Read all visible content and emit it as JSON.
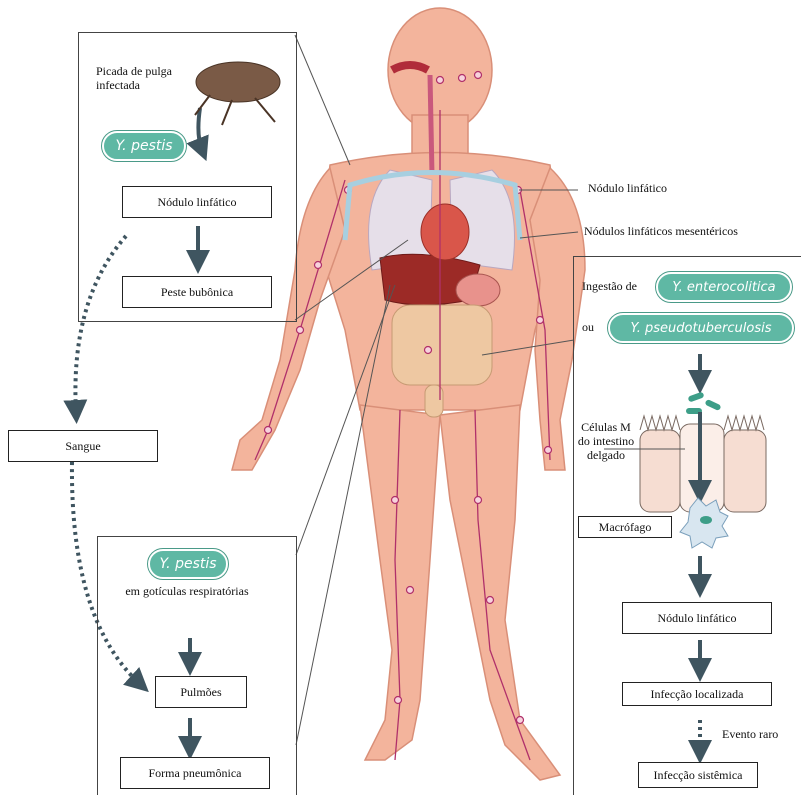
{
  "flea_panel": {
    "caption": "Picada de pulga infectada",
    "pill": "Y. pestis",
    "node_box": "Nódulo linfático",
    "result_box": "Peste bubônica"
  },
  "blood_box": "Sangue",
  "droplet_panel": {
    "pill": "Y. pestis",
    "caption": "em gotículas respiratórias",
    "lungs_box": "Pulmões",
    "result_box": "Forma pneumônica"
  },
  "body_labels": {
    "lymph_node": "Nódulo linfático",
    "mesenteric": "Nódulos linfáticos mesentéricos"
  },
  "ingestion_panel": {
    "ingestion_prefix": "Ingestão de",
    "pill_1": "Y. enterocolitica",
    "or_label": "ou",
    "pill_2": "Y. pseudotuberculosis",
    "m_cells_label": "Células M do intestino delgado",
    "macrophage_box": "Macrófago",
    "node_box": "Nódulo linfático",
    "localized_box": "Infecção localizada",
    "rare_event": "Evento raro",
    "systemic_box": "Infecção sistêmica"
  },
  "colors": {
    "pill": "#5fb8a4",
    "arrow": "#3f5560",
    "skin": "#f3b49c",
    "vessel": "#b0306a"
  }
}
